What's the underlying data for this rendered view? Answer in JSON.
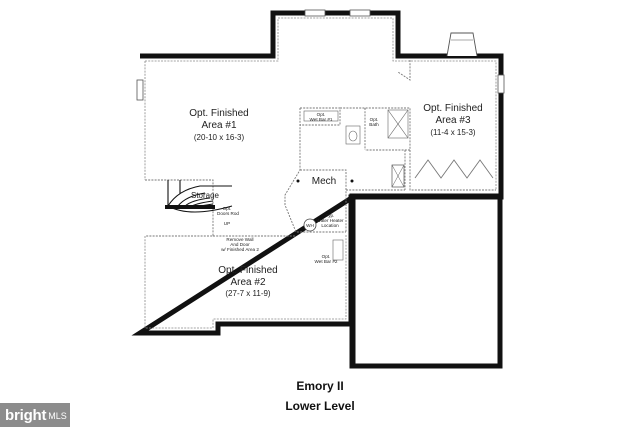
{
  "rooms": {
    "area1": {
      "name_line1": "Opt. Finished",
      "name_line2": "Area #1",
      "dims": "(20-10 x 16-3)"
    },
    "area2": {
      "name_line1": "Opt. Finished",
      "name_line2": "Area #2",
      "dims": "(27-7 x 11-9)"
    },
    "area3": {
      "name_line1": "Opt. Finished",
      "name_line2": "Area #3",
      "dims": "(11-4 x 15-3)"
    },
    "mech": "Mech",
    "storage": "Storage"
  },
  "notes": {
    "wet_bar_1": [
      "Opt.",
      "Wet Bar #1"
    ],
    "opt_bath": [
      "Opt.",
      "Bath"
    ],
    "opt_doors": [
      "Opt.",
      "Doors Rod"
    ],
    "up": "UP",
    "remove_wall": [
      "Remove Wall",
      "And Door",
      "w/ Finished Area 2"
    ],
    "water_heater": [
      "Typ.",
      "Water Heater",
      "Location"
    ],
    "wh": "WH",
    "wet_bar_2": [
      "Opt.",
      "Wet Bar #2"
    ]
  },
  "caption": {
    "model": "Emory II",
    "level": "Lower Level"
  },
  "watermark": {
    "brand": "bright",
    "suffix": "MLS"
  },
  "colors": {
    "wall": "#111111",
    "dashed": "#777777"
  }
}
